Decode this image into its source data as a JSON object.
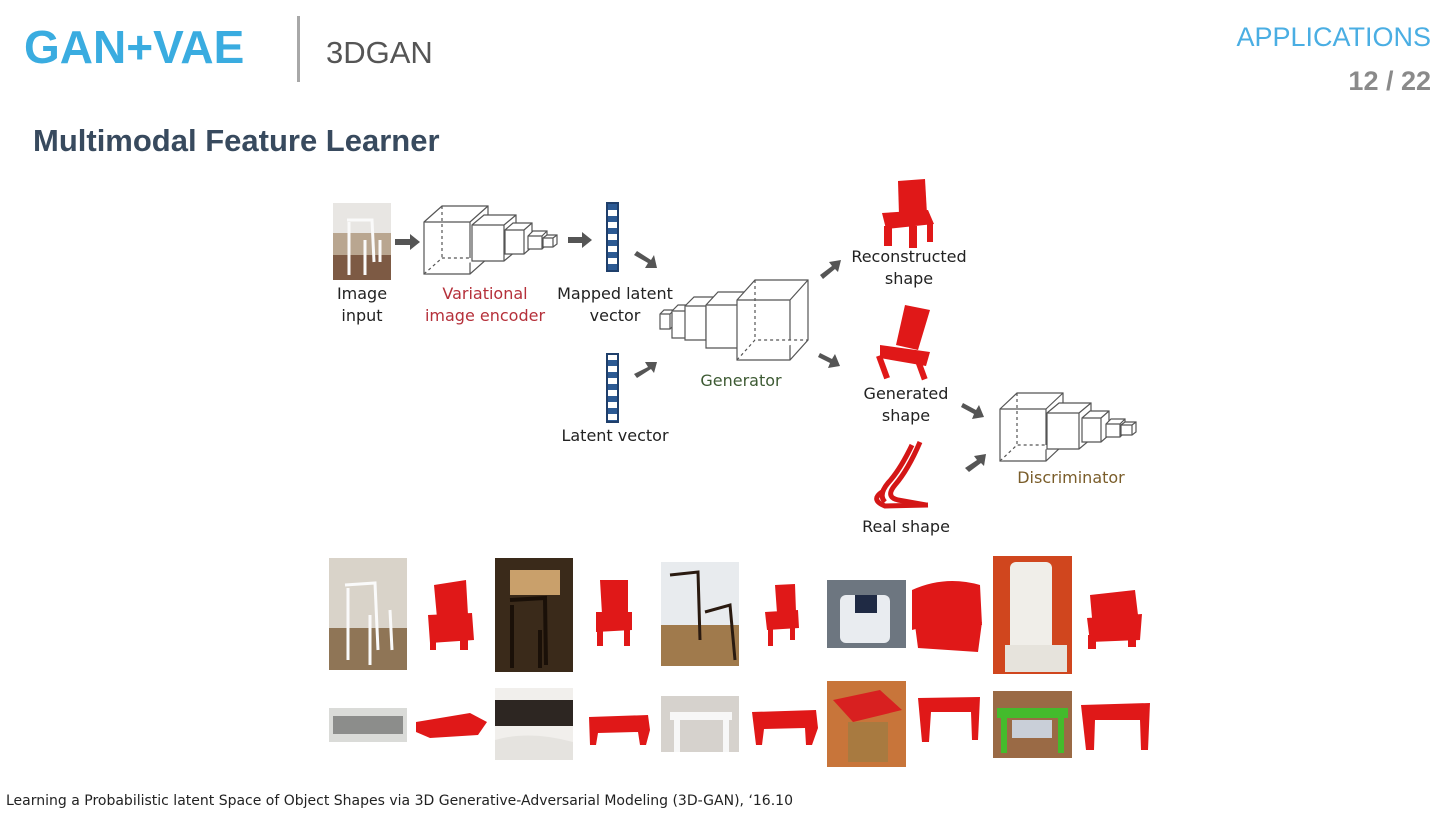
{
  "header": {
    "brand": "GAN+VAE",
    "subtitle": "3DGAN",
    "section": "APPLICATIONS",
    "pager": "12 / 22"
  },
  "page_title": "Multimodal Feature Learner",
  "diagram": {
    "image_input": [
      "Image",
      "input"
    ],
    "encoder": [
      "Variational",
      "image encoder"
    ],
    "mapped": [
      "Mapped latent",
      "vector"
    ],
    "latent": "Latent vector",
    "generator": "Generator",
    "reconstructed": [
      "Reconstructed",
      "shape"
    ],
    "generated": [
      "Generated",
      "shape"
    ],
    "real": "Real shape",
    "discriminator": "Discriminator"
  },
  "colors": {
    "brand_blue": "#3aace0",
    "shape_red": "#e01818",
    "encoder_red": "#b5303a",
    "generator_green": "#3d5a33",
    "discriminator_olive": "#7a5d2a"
  },
  "footnote": "Learning a Probabilistic latent Space of Object Shapes via 3D Generative-Adversarial Modeling (3D-GAN), ‘16.10"
}
